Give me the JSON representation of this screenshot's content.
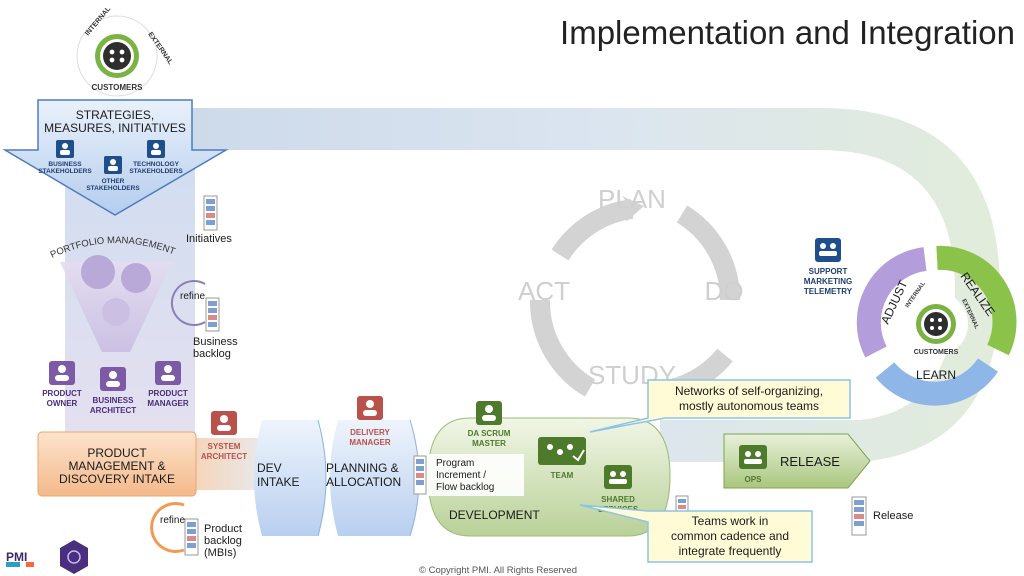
{
  "title": "Implementation and Integration",
  "customers_badge": {
    "top": "INTERNAL",
    "right": "EXTERNAL",
    "bottom": "CUSTOMERS"
  },
  "strategies": {
    "line1": "STRATEGIES,",
    "line2": "MEASURES, INITIATIVES"
  },
  "stakeholders": {
    "business": [
      "BUSINESS",
      "STAKEHOLDERS"
    ],
    "other": [
      "OTHER",
      "STAKEHOLDERS"
    ],
    "technology": [
      "TECHNOLOGY",
      "STAKEHOLDERS"
    ]
  },
  "initiatives_label": "Initiatives",
  "portfolio_label": "PORTFOLIO MANAGEMENT",
  "refine_label": "refine",
  "business_backlog": [
    "Business",
    "backlog"
  ],
  "roles": {
    "product_owner": [
      "PRODUCT",
      "OWNER"
    ],
    "business_architect": [
      "BUSINESS",
      "ARCHITECT"
    ],
    "product_manager": [
      "PRODUCT",
      "MANAGER"
    ],
    "system_architect": [
      "SYSTEM",
      "ARCHITECT"
    ],
    "delivery_manager": [
      "DELIVERY",
      "MANAGER"
    ],
    "da_scrum_master": [
      "DA SCRUM",
      "MASTER"
    ],
    "team": "TEAM",
    "shared_services": [
      "SHARED",
      "SERVICES"
    ],
    "ops": "OPS"
  },
  "product_management": [
    "PRODUCT",
    "MANAGEMENT &",
    "DISCOVERY INTAKE"
  ],
  "product_backlog": [
    "Product",
    "backlog",
    "(MBIs)"
  ],
  "dev_intake": [
    "DEV",
    "INTAKE"
  ],
  "planning": [
    "PLANNING &",
    "ALLOCATION"
  ],
  "program_increment": [
    "Program",
    "Increment /",
    "Flow backlog"
  ],
  "development": "DEVELOPMENT",
  "release_label": "RELEASE",
  "release_backlog": "Release",
  "pdsa": {
    "plan": "PLAN",
    "do": "DO",
    "study": "STUDY",
    "act": "ACT"
  },
  "support": [
    "SUPPORT",
    "MARKETING",
    "TELEMETRY"
  ],
  "cycle": {
    "adjust": "ADJUST",
    "realize": "REALIZE",
    "learn": "LEARN"
  },
  "callout_networks": [
    "Networks of self-organizing,",
    "mostly autonomous teams"
  ],
  "callout_teams": [
    "Teams work in",
    "common cadence and",
    "integrate frequently"
  ],
  "copyright": "© Copyright PMI. All Rights Reserved",
  "logo": "PMI",
  "colors": {
    "blue_dark": "#1f3e6f",
    "purple": "#7c5aa6",
    "salmon": "#b9524a",
    "green": "#4e7a2c",
    "orange": "#f2b27a",
    "callout": "#fffbd6"
  }
}
